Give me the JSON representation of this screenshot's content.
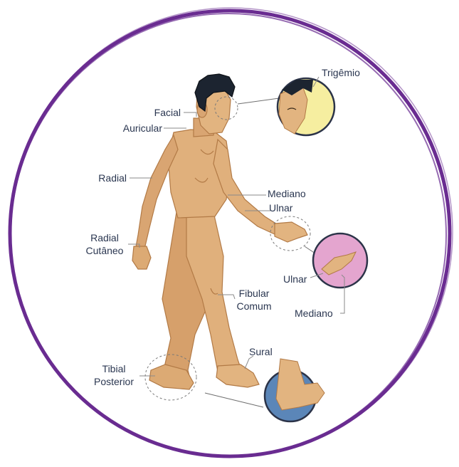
{
  "labels": {
    "trigemio": "Trigêmio",
    "facial": "Facial",
    "auricular": "Auricular",
    "radial": "Radial",
    "mediano": "Mediano",
    "ulnar": "Ulnar",
    "radial_cutaneo_1": "Radial",
    "radial_cutaneo_2": "Cutâneo",
    "inset_ulnar": "Ulnar",
    "inset_mediano": "Mediano",
    "fibular_1": "Fibular",
    "fibular_2": "Comum",
    "sural": "Sural",
    "tibial_1": "Tibial",
    "tibial_2": "Posterior"
  },
  "colors": {
    "frame": "#6a2c91",
    "skin": "#e0b07c",
    "skin_shadow": "#c48a55",
    "hair": "#1c2430",
    "label_text": "#2a3650",
    "leader_line": "#8a8a8a",
    "face_inset_bg": "#f6eea0",
    "hand_inset_bg": "#e4a5cf",
    "foot_inset_bg": "#5b86b8",
    "inset_border": "#2b3348"
  },
  "icons": [
    "face-inset",
    "hand-inset",
    "foot-inset"
  ]
}
